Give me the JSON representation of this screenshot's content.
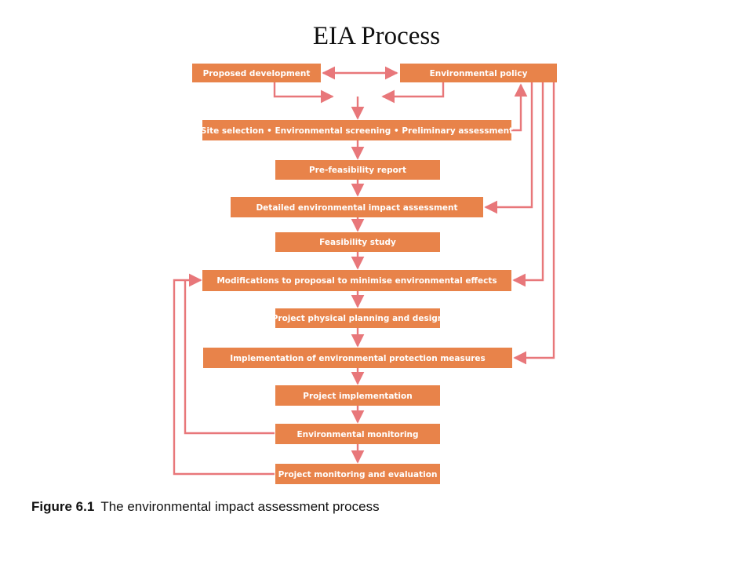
{
  "title": "EIA Process",
  "boxes": {
    "proposed": "Proposed development",
    "policy": "Environmental policy",
    "site": "Site selection • Environmental screening • Preliminary assessment",
    "prefeas": "Pre-feasibility report",
    "detailed": "Detailed environmental impact assessment",
    "feas": "Feasibility study",
    "modif": "Modifications to proposal to minimise environmental effects",
    "planning": "Project physical planning and design",
    "implprot": "Implementation of environmental protection measures",
    "impl": "Project implementation",
    "envmon": "Environmental monitoring",
    "projmon": "Project monitoring and evaluation"
  },
  "caption": {
    "figure_number": "Figure 6.1",
    "text": "The environmental impact assessment process"
  },
  "colors": {
    "box_fill": "#e8834a",
    "arrow": "#e8777a",
    "text": "#ffffff"
  }
}
